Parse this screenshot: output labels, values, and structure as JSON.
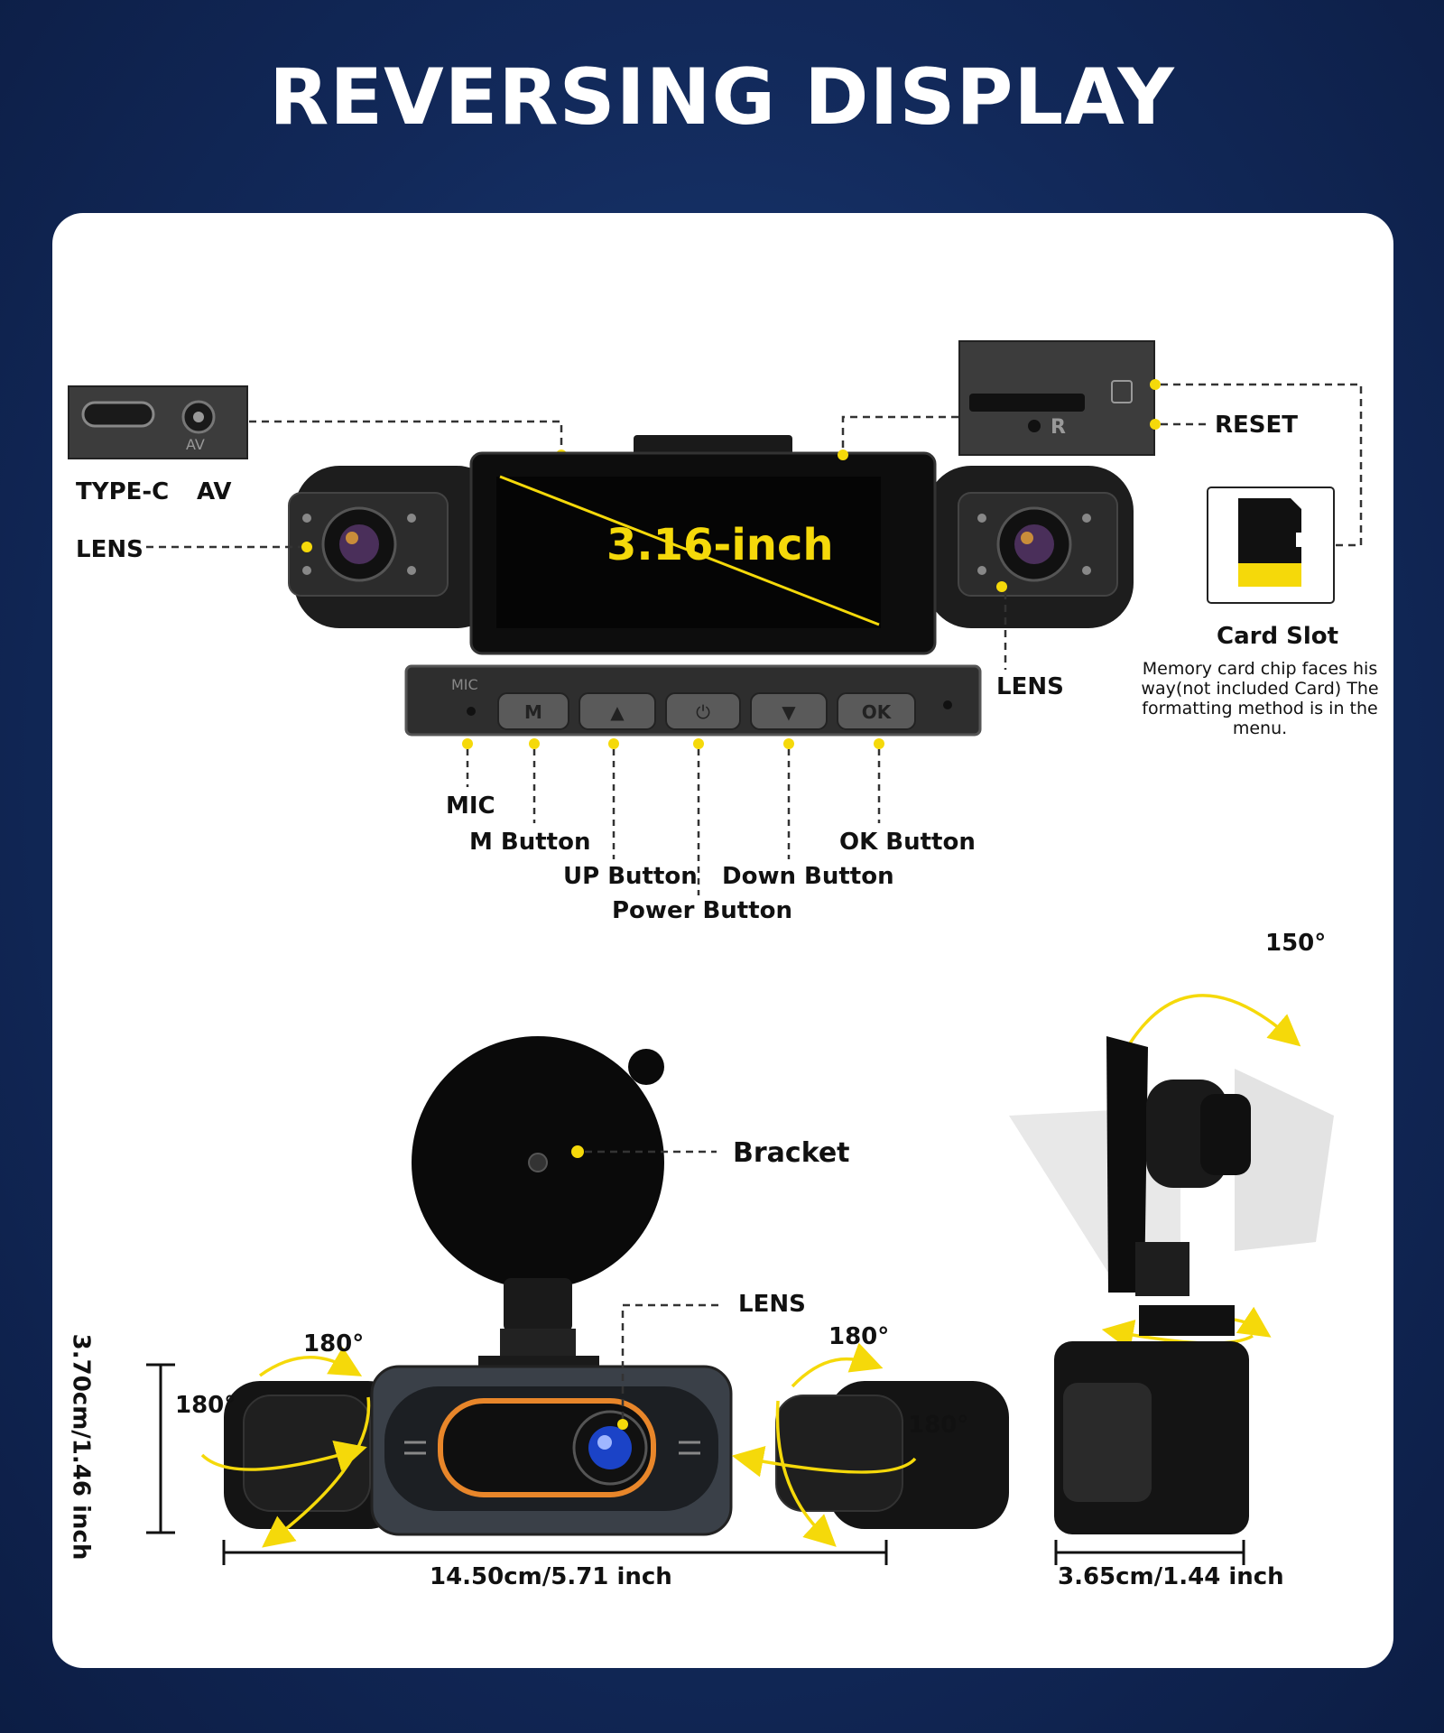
{
  "title": "REVERSING DISPLAY",
  "ports": {
    "type_c": "TYPE-C",
    "av": "AV",
    "av_port_text": "AV"
  },
  "lens_left": "LENS",
  "lens_right": "LENS",
  "lens_bottom": "LENS",
  "screen_size": "3.16-inch",
  "reset": "RESET",
  "slot_reset_mark": "R",
  "card_slot": {
    "title": "Card Slot",
    "note": "Memory card chip faces his way(not included Card) The formatting method is in the menu."
  },
  "button_panel": {
    "mic_mark": "MIC",
    "keys": [
      "M",
      "▲",
      "⏻",
      "▼",
      "OK"
    ]
  },
  "buttons": {
    "mic": "MIC",
    "m": "M Button",
    "up": "UP Button",
    "power": "Power Button",
    "down": "Down Button",
    "ok": "OK Button"
  },
  "bracket": "Bracket",
  "rotation": {
    "mount": "150°",
    "left_top": "180°",
    "left_side": "180°",
    "right_top": "180°",
    "right_side": "180°"
  },
  "dimensions": {
    "height": "3.70cm/1.46 inch",
    "width": "14.50cm/5.71 inch",
    "depth": "3.65cm/1.44 inch"
  },
  "colors": {
    "accent": "#f5d90a",
    "background": "#12295a",
    "panel": "#ffffff",
    "device": "#111111"
  }
}
